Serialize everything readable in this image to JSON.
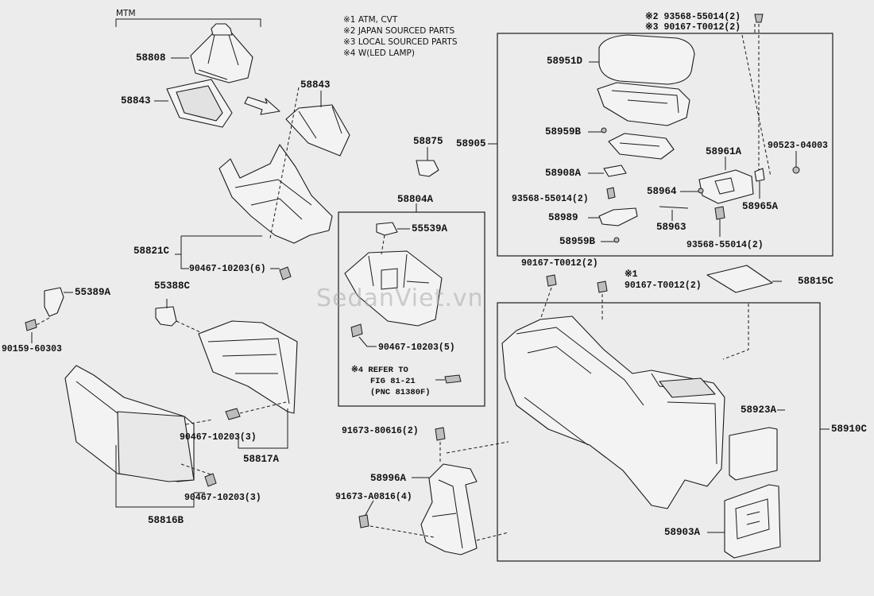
{
  "header": {
    "mtm": "MTM"
  },
  "notes": [
    "※1 ATM, CVT",
    "※2 JAPAN SOURCED PARTS",
    "※3 LOCAL SOURCED PARTS",
    "※4 W(LED LAMP)"
  ],
  "refer": {
    "line1": "※4 REFER TO",
    "line2": "FIG 81-21",
    "line3": "(PNC 81380F)"
  },
  "watermark": "SedanViet.vn",
  "labels": {
    "p58808": "58808",
    "p58843_left": "58843",
    "p58843_right": "58843",
    "p58821C": "58821C",
    "p90467_6": "90467-10203(6)",
    "p55389A": "55389A",
    "p90159": "90159-60303",
    "p55388C": "55388C",
    "p90467_3a": "90467-10203(3)",
    "p58817A": "58817A",
    "p90467_3b": "90467-10203(3)",
    "p58816B": "58816B",
    "p58875": "58875",
    "p58804A": "58804A",
    "p55539A": "55539A",
    "p90467_5": "90467-10203(5)",
    "p91673_80616": "91673-80616(2)",
    "p58996A": "58996A",
    "p91673_A0816": "91673-A0816(4)",
    "p93568_top": "※2 93568-55014(2)",
    "p90167_top": "※3 90167-T0012(2)",
    "p58951D": "58951D",
    "p58959B_top": "58959B",
    "p58905": "58905",
    "p58908A": "58908A",
    "p93568_left": "93568-55014(2)",
    "p58989": "58989",
    "p58959B_bot": "58959B",
    "p58961A": "58961A",
    "p90523": "90523-04003",
    "p58964": "58964",
    "p58965A": "58965A",
    "p58963": "58963",
    "p93568_right": "93568-55014(2)",
    "p90167_mid": "90167-T0012(2)",
    "p90167_note1": "※1",
    "p90167_lower": "90167-T0012(2)",
    "p58815C": "58815C",
    "p58923A": "58923A",
    "p58910C": "58910C",
    "p58903A": "58903A"
  }
}
